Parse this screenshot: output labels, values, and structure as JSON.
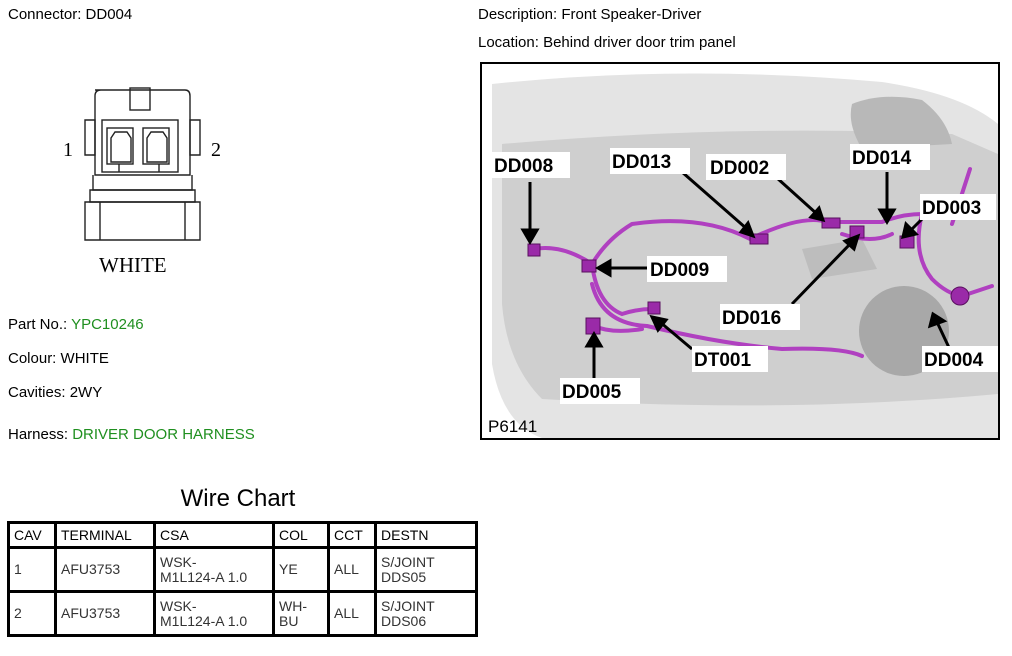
{
  "connector": {
    "label": "Connector:",
    "value": "DD004"
  },
  "description": {
    "label": "Description:",
    "value": "Front Speaker-Driver"
  },
  "location": {
    "label": "Location:",
    "value": "Behind driver door trim panel"
  },
  "connector_figure": {
    "pin1": "1",
    "pin2": "2",
    "colour_text": "WHITE"
  },
  "part_no": {
    "label": "Part No.:",
    "value": "YPC10246"
  },
  "colour": {
    "label": "Colour:",
    "value": "WHITE"
  },
  "cavities": {
    "label": "Cavities:",
    "value": "2WY"
  },
  "harness": {
    "label": "Harness:",
    "value": "DRIVER DOOR HARNESS"
  },
  "diagram": {
    "ref": "P6141",
    "callouts": {
      "dd008": "DD008",
      "dd013": "DD013",
      "dd002": "DD002",
      "dd014": "DD014",
      "dd003": "DD003",
      "dd009": "DD009",
      "dd016": "DD016",
      "dt001": "DT001",
      "dd004": "DD004",
      "dd005": "DD005"
    }
  },
  "wire_chart": {
    "title": "Wire Chart",
    "headers": [
      "CAV",
      "TERMINAL",
      "CSA",
      "COL",
      "CCT",
      "DESTN"
    ],
    "rows": [
      {
        "cav": "1",
        "terminal": "AFU3753",
        "csa_1": "WSK-",
        "csa_2": "M1L124-A 1.0",
        "col_1": "YE",
        "col_2": "",
        "cct": "ALL",
        "destn_1": "S/JOINT",
        "destn_2": "DDS05"
      },
      {
        "cav": "2",
        "terminal": "AFU3753",
        "csa_1": "WSK-",
        "csa_2": "M1L124-A 1.0",
        "col_1": "WH-",
        "col_2": "BU",
        "cct": "ALL",
        "destn_1": "S/JOINT",
        "destn_2": "DDS06"
      }
    ]
  },
  "colors": {
    "green_text": "#1f8f1f",
    "harness_wire": "#b040c0",
    "door_panel": "#d9d9d9"
  }
}
